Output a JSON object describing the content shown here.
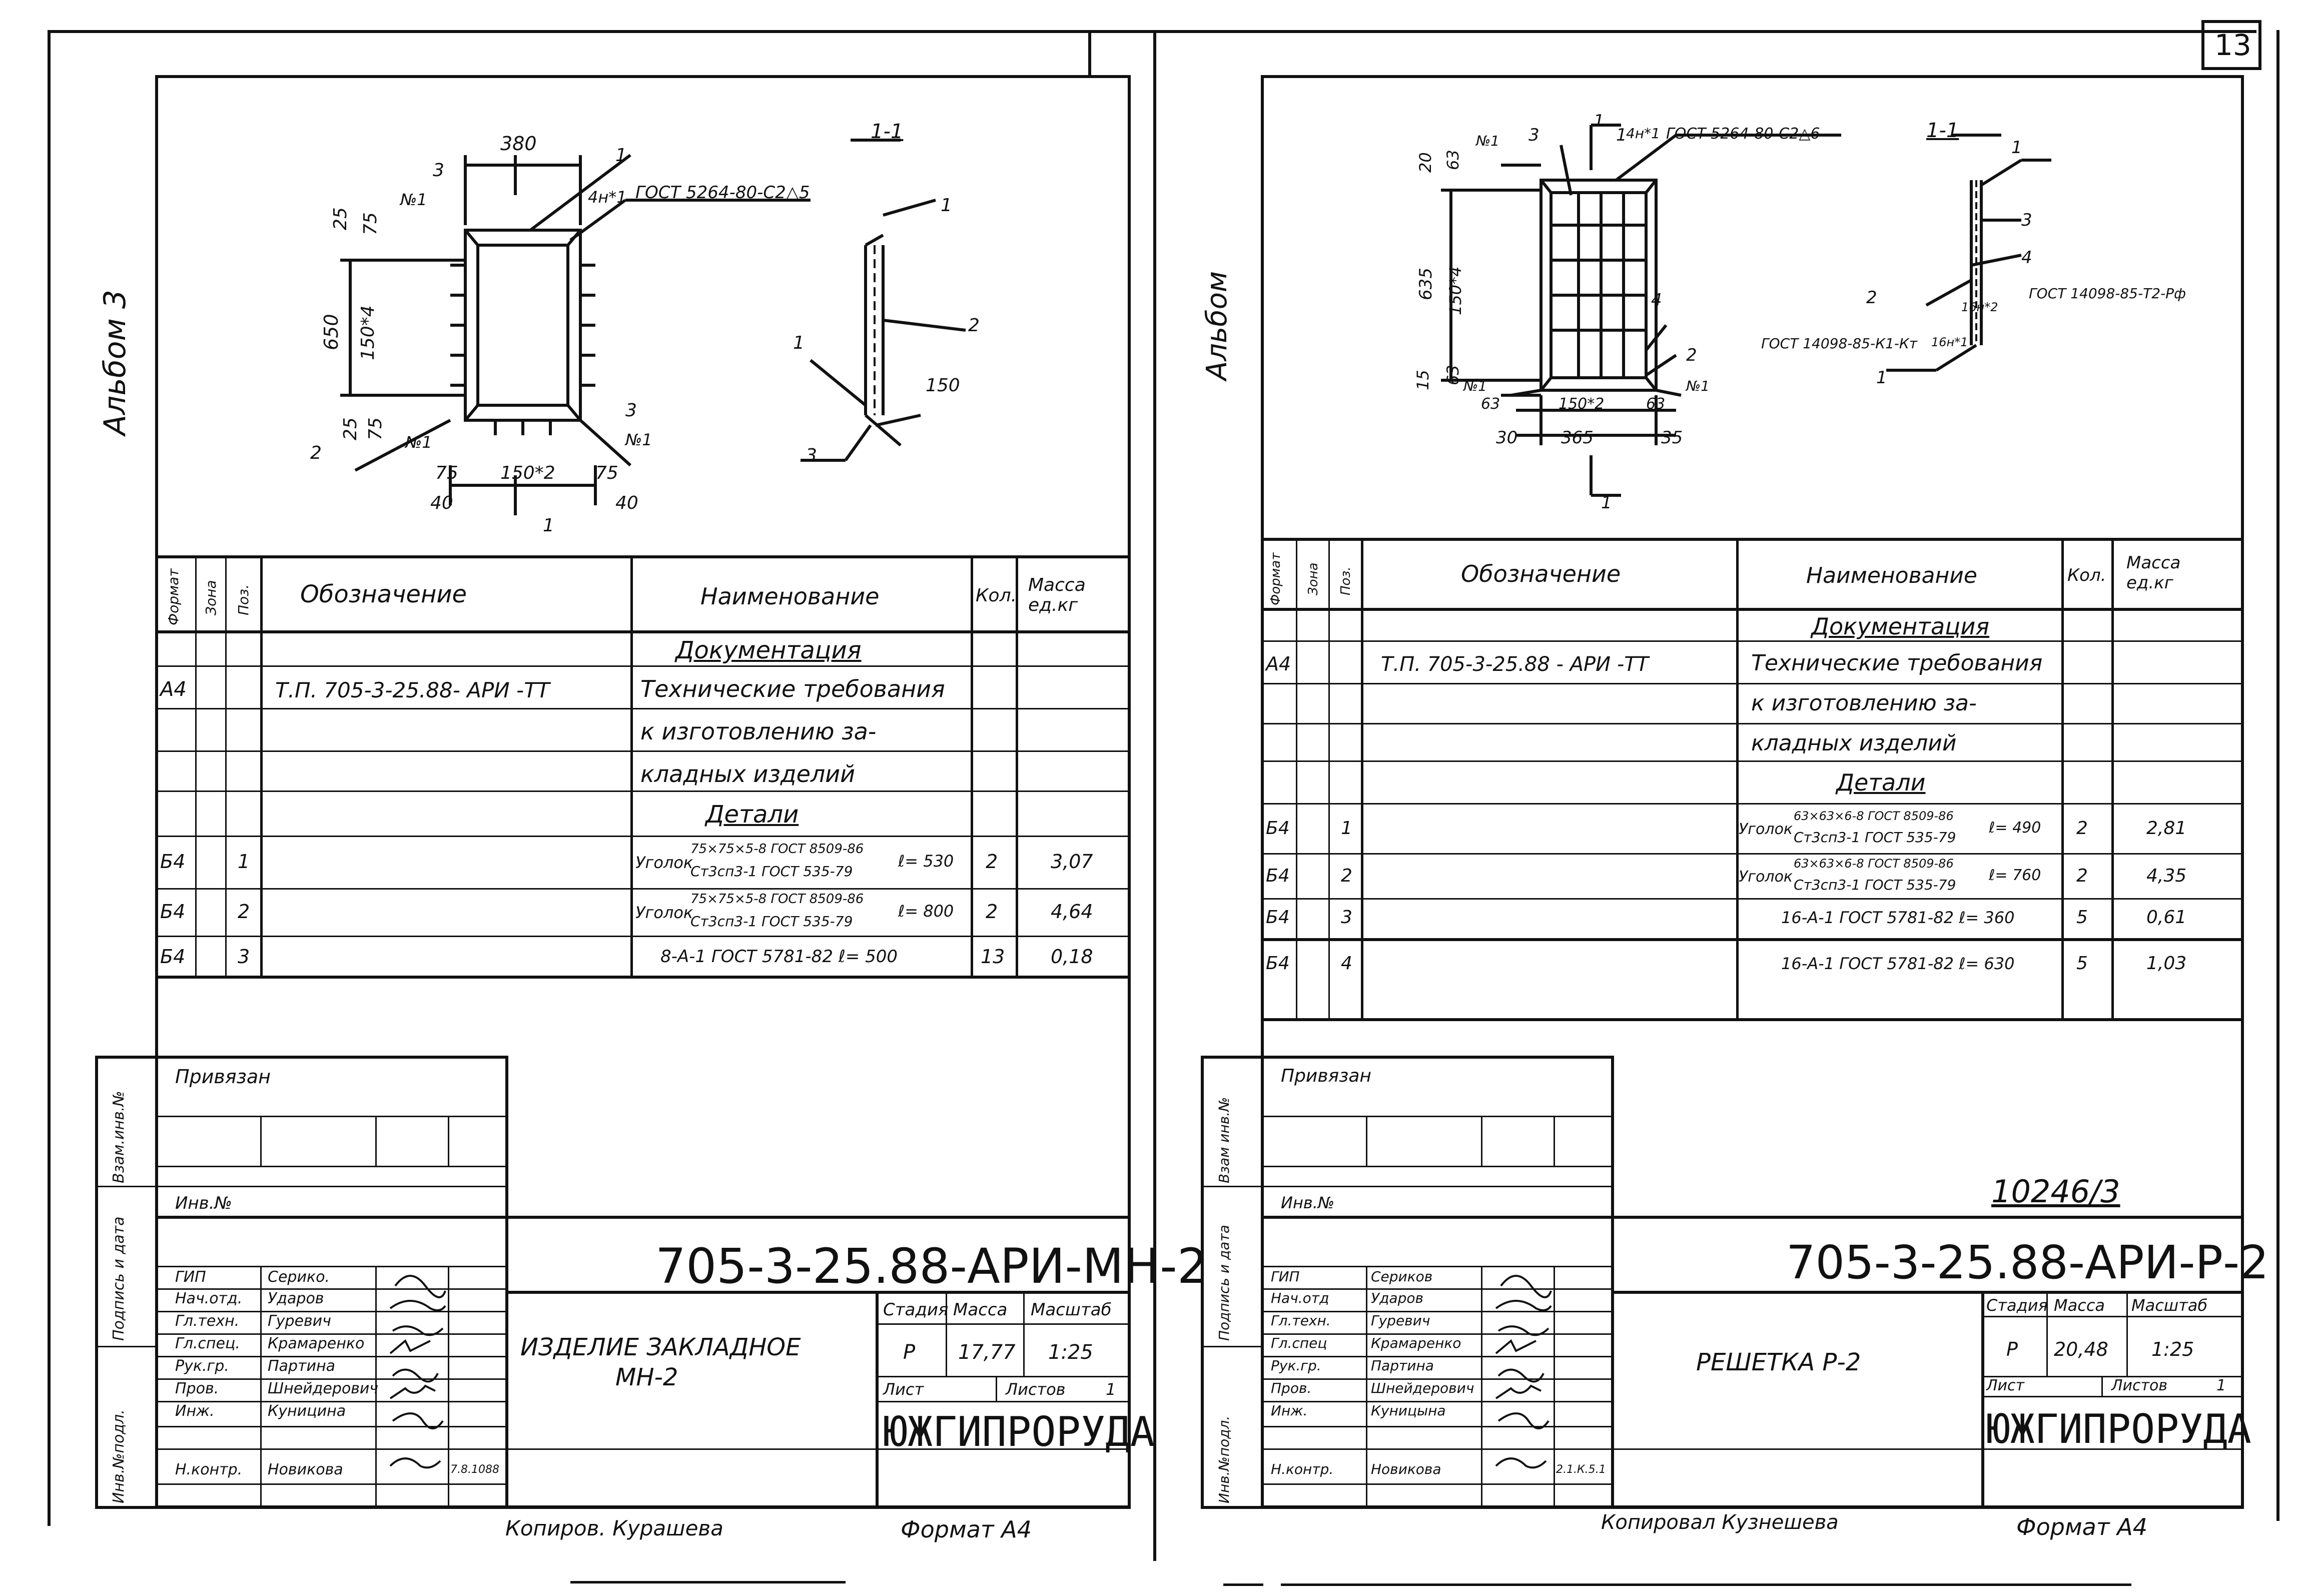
{
  "page_number": "13",
  "left": {
    "album": "Альбом 3",
    "drawing": {
      "dims": [
        "380",
        "25",
        "75",
        "650",
        "150*4",
        "25",
        "75",
        "75",
        "150*2",
        "75",
        "40",
        "40",
        "150"
      ],
      "labels": [
        "1",
        "3",
        "2",
        "3",
        "1",
        "2",
        "1",
        "3"
      ],
      "nums": [
        "№1",
        "№1",
        "№1",
        "4н*1"
      ],
      "weld": "ГОСТ 5264-80-С2△5",
      "section": "1-1",
      "cut": "1"
    },
    "table": {
      "headers": [
        "Формат",
        "Зона",
        "Поз.",
        "Обозначение",
        "Наименование",
        "Кол.",
        "Масса ед.кг"
      ],
      "doc_section": "Документация",
      "doc_format": "А4",
      "doc_designation": "Т.П. 705-3-25.88- АРИ -ТТ",
      "doc_name": [
        "Технические требования",
        "к изготовлению за-",
        "кладных изделий"
      ],
      "details_section": "Детали",
      "rows": [
        {
          "format": "Б4",
          "pos": "1",
          "name_prefix": "Уголок",
          "name_top": "75×75×5-8 ГОСТ 8509-86",
          "name_bottom": "Ст3сп3-1 ГОСТ 535-79",
          "length": "ℓ= 530",
          "qty": "2",
          "mass": "3,07"
        },
        {
          "format": "Б4",
          "pos": "2",
          "name_prefix": "Уголок",
          "name_top": "75×75×5-8 ГОСТ 8509-86",
          "name_bottom": "Ст3сп3-1 ГОСТ 535-79",
          "length": "ℓ= 800",
          "qty": "2",
          "mass": "4,64"
        },
        {
          "format": "Б4",
          "pos": "3",
          "name_prefix": "",
          "name_top": "8-А-1 ГОСТ 5781-82  ℓ= 500",
          "name_bottom": "",
          "length": "",
          "qty": "13",
          "mass": "0,18"
        }
      ]
    },
    "stamp": {
      "bound": "Привязан",
      "inv": "Инв.№",
      "side_labels": [
        "Взам.инв.№",
        "Подпись и дата",
        "Инв.№подл."
      ],
      "roles": [
        "ГИП",
        "Нач.отд.",
        "Гл.техн.",
        "Гл.спец.",
        "Рук.гр.",
        "Пров.",
        "Инж.",
        "Н.контр."
      ],
      "names": [
        "Серико.",
        "Ударов",
        "Гуревич",
        "Крамаренко",
        "Партина",
        "Шнейдерович",
        "Куницина",
        "Новикова"
      ],
      "date": "7.8.1088",
      "code": "705-3-25.88-АРИ-МН-2",
      "title": [
        "ИЗДЕЛИЕ ЗАКЛАДНОЕ",
        "МН-2"
      ],
      "stage_h": "Стадия",
      "mass_h": "Масса",
      "scale_h": "Масштаб",
      "stage": "Р",
      "mass": "17,77",
      "scale": "1:25",
      "sheet_label": "Лист",
      "sheets_label": "Листов",
      "sheets": "1",
      "org": "ЮЖГИПРОРУДА"
    },
    "footer_copied": "Копиров. Курашева",
    "footer_format": "Формат А4"
  },
  "right": {
    "album": "Альбом",
    "drawing": {
      "dims": [
        "20",
        "63",
        "635",
        "150*4",
        "15",
        "63",
        "63",
        "150*2",
        "63",
        "30",
        "365",
        "35"
      ],
      "labels": [
        "3",
        "1",
        "1",
        "4",
        "2",
        "2",
        "3",
        "4",
        "1",
        "1"
      ],
      "nums": [
        "№1",
        "№1",
        "№1",
        "4н*1",
        "16н*1",
        "16н*2"
      ],
      "weld": "ГОСТ 5264-80-С2△6",
      "gost1": "ГОСТ 14098-85-К1-Кт",
      "gost2": "ГОСТ 14098-85-Т2-Рф",
      "section": "1-1",
      "cut": "1"
    },
    "table": {
      "headers": [
        "Формат",
        "Зона",
        "Поз.",
        "Обозначение",
        "Наименование",
        "Кол.",
        "Масса ед.кг"
      ],
      "doc_section": "Документация",
      "doc_format": "А4",
      "doc_designation": "Т.П. 705-3-25.88 - АРИ -ТТ",
      "doc_name": [
        "Технические требования",
        "к изготовлению за-",
        "кладных изделий"
      ],
      "details_section": "Детали",
      "rows": [
        {
          "format": "Б4",
          "pos": "1",
          "name_prefix": "Уголок",
          "name_top": "63×63×6-8 ГОСТ 8509-86",
          "name_bottom": "Ст3сп3-1 ГОСТ 535-79",
          "length": "ℓ= 490",
          "qty": "2",
          "mass": "2,81"
        },
        {
          "format": "Б4",
          "pos": "2",
          "name_prefix": "Уголок",
          "name_top": "63×63×6-8 ГОСТ 8509-86",
          "name_bottom": "Ст3сп3-1 ГОСТ 535-79",
          "length": "ℓ= 760",
          "qty": "2",
          "mass": "4,35"
        },
        {
          "format": "Б4",
          "pos": "3",
          "name_prefix": "",
          "name_top": "16-А-1 ГОСТ 5781-82  ℓ= 360",
          "name_bottom": "",
          "length": "",
          "qty": "5",
          "mass": "0,61"
        },
        {
          "format": "Б4",
          "pos": "4",
          "name_prefix": "",
          "name_top": "16-А-1 ГОСТ 5781-82  ℓ= 630",
          "name_bottom": "",
          "length": "",
          "qty": "5",
          "mass": "1,03"
        }
      ]
    },
    "stamp": {
      "bound": "Привязан",
      "inv": "Инв.№",
      "side_labels": [
        "Взам инв.№",
        "Подпись и дата",
        "Инв.№подл."
      ],
      "roles": [
        "ГИП",
        "Нач.отд",
        "Гл.техн.",
        "Гл.спец",
        "Рук.гр.",
        "Пров.",
        "Инж.",
        "Н.контр."
      ],
      "names": [
        "Сериков",
        "Ударов",
        "Гуревич",
        "Крамаренко",
        "Партина",
        "Шнейдерович",
        "Куницына",
        "Новикова"
      ],
      "date": "2.1.К.5.1",
      "handwritten": "10246/3",
      "code": "705-3-25.88-АРИ-Р-2",
      "title": [
        "РЕШЕТКА Р-2"
      ],
      "stage_h": "Стадия",
      "mass_h": "Масса",
      "scale_h": "Масштаб",
      "stage": "Р",
      "mass": "20,48",
      "scale": "1:25",
      "sheet_label": "Лист",
      "sheets_label": "Листов",
      "sheets": "1",
      "org": "ЮЖГИПРОРУДА"
    },
    "footer_copied": "Копировал Кузнешева",
    "footer_format": "Формат А4"
  }
}
